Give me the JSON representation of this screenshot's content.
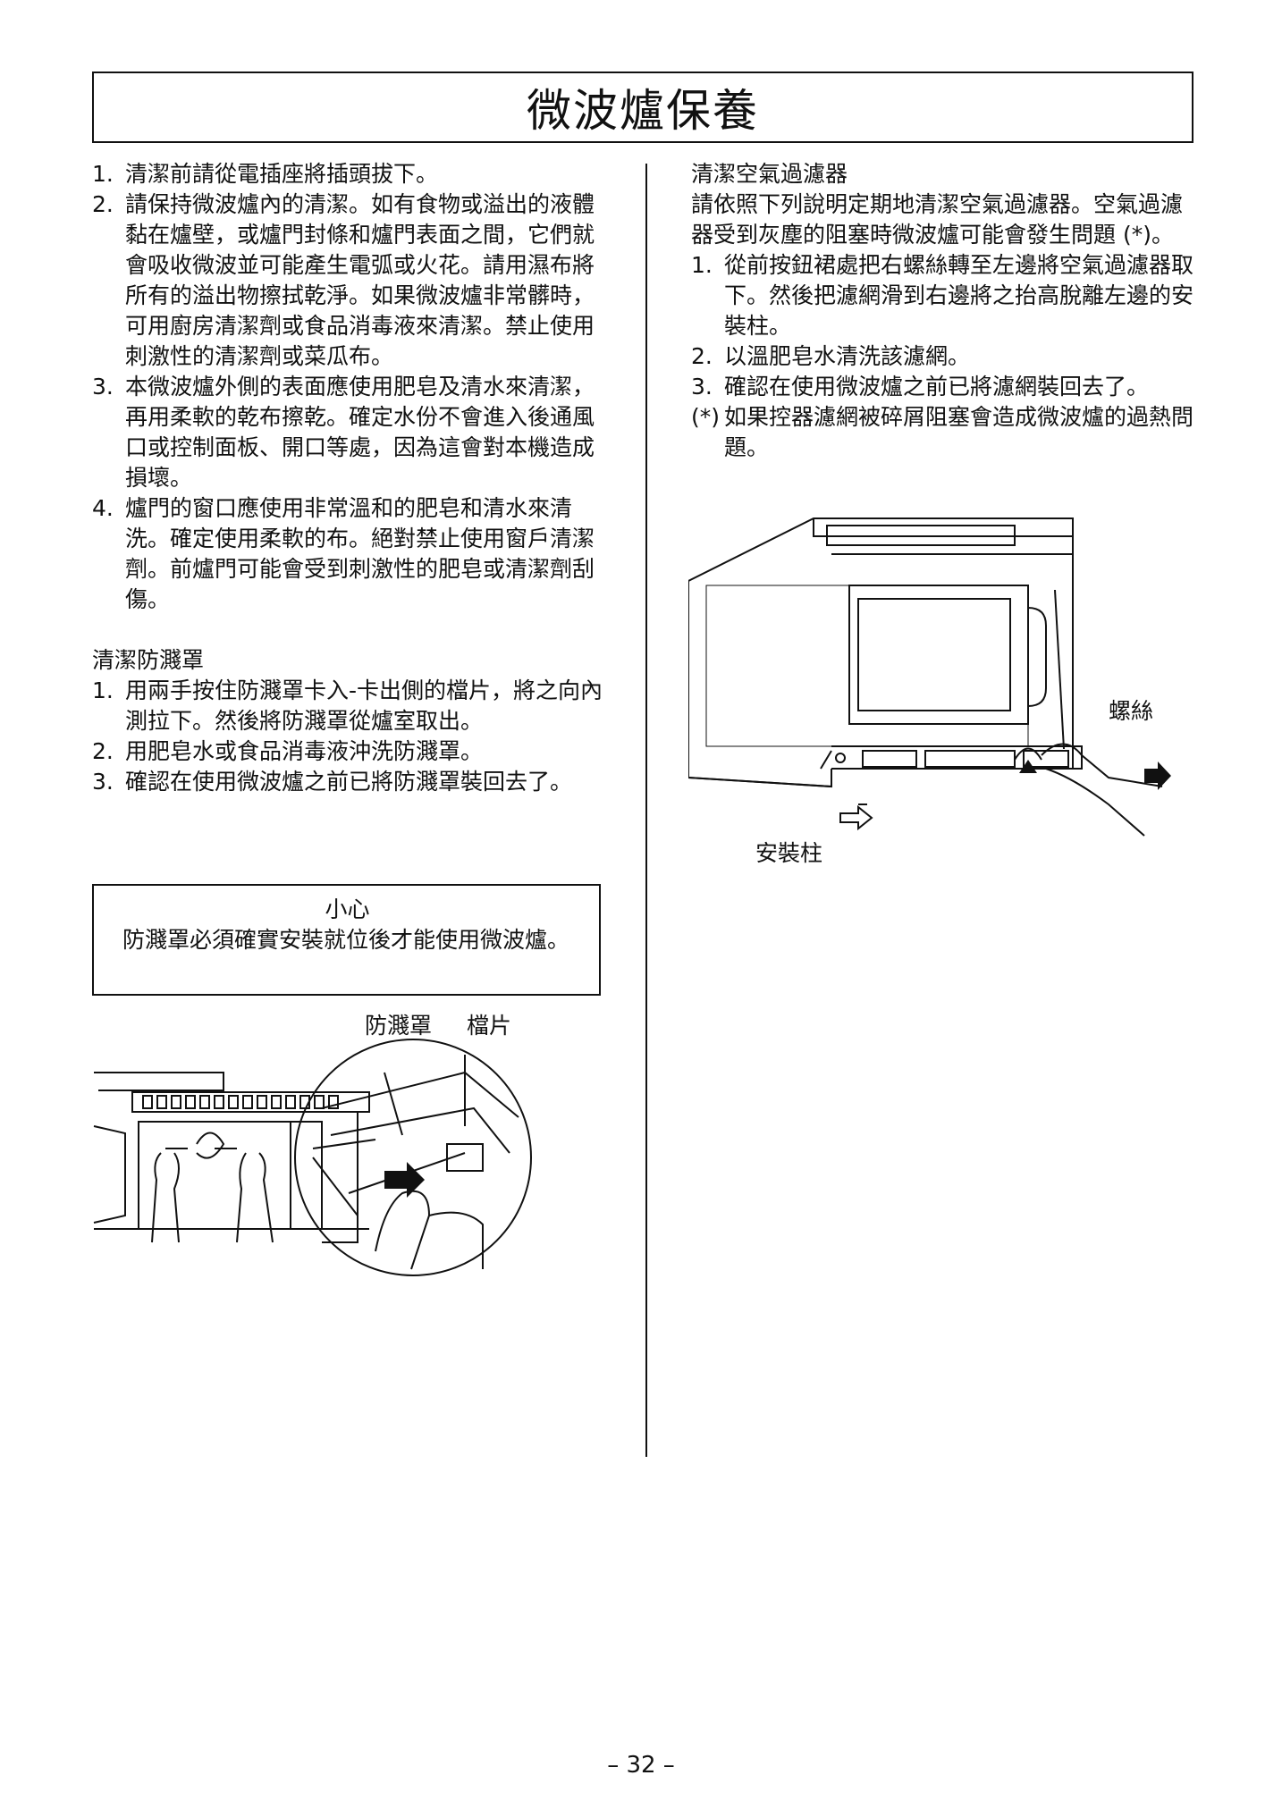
{
  "page": {
    "title": "微波爐保養",
    "page_number": "– 32 –"
  },
  "left": {
    "items": [
      {
        "num": "1.",
        "text": "清潔前請從電插座將插頭拔下。"
      },
      {
        "num": "2.",
        "text": "請保持微波爐內的清潔。如有食物或溢出的液體黏在爐壁，或爐門封條和爐門表面之間，它們就會吸收微波並可能產生電弧或火花。請用濕布將所有的溢出物擦拭乾淨。如果微波爐非常髒時，可用廚房清潔劑或食品消毒液來清潔。禁止使用刺激性的清潔劑或菜瓜布。"
      },
      {
        "num": "3.",
        "text": "本微波爐外側的表面應使用肥皂及清水來清潔，再用柔軟的乾布擦乾。確定水份不會進入後通風口或控制面板、開口等處，因為這會對本機造成損壞。"
      },
      {
        "num": "4.",
        "text": "爐門的窗口應使用非常溫和的肥皂和清水來清洗。確定使用柔軟的布。絕對禁止使用窗戶清潔劑。前爐門可能會受到刺激性的肥皂或清潔劑刮傷。"
      }
    ],
    "splash_heading": "清潔防濺罩",
    "splash_items": [
      {
        "num": "1.",
        "text": "用兩手按住防濺罩卡入-卡出側的檔片，將之向內測拉下。然後將防濺罩從爐室取出。"
      },
      {
        "num": "2.",
        "text": "用肥皂水或食品消毒液沖洗防濺罩。"
      },
      {
        "num": "3.",
        "text": "確認在使用微波爐之前已將防濺罩裝回去了。"
      }
    ],
    "caution_title": "小心",
    "caution_text": "防濺罩必須確實安裝就位後才能使用微波爐。",
    "label_splash_guard": "防濺罩",
    "label_tab": "檔片"
  },
  "right": {
    "heading": "清潔空氣過濾器",
    "intro": "請依照下列說明定期地清潔空氣過濾器。空氣過濾器受到灰塵的阻塞時微波爐可能會發生問題 (*)。",
    "items": [
      {
        "num": "1.",
        "text": "從前按鈕裙處把右螺絲轉至左邊將空氣過濾器取下。然後把濾網滑到右邊將之抬高脫離左邊的安裝柱。"
      },
      {
        "num": "2.",
        "text": "以溫肥皂水清洗該濾網。"
      },
      {
        "num": "3.",
        "text": "確認在使用微波爐之前已將濾網裝回去了。"
      },
      {
        "num": "(*)",
        "text": "如果控器濾網被碎屑阻塞會造成微波爐的過熱問題。"
      }
    ],
    "label_screw": "螺絲",
    "label_post": "安裝柱"
  }
}
